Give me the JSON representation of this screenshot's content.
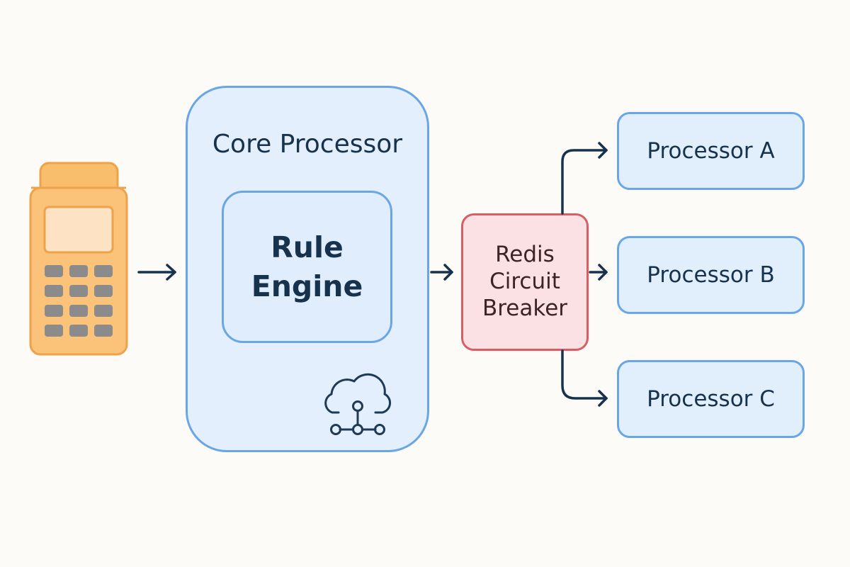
{
  "diagram": {
    "core_processor": {
      "label": "Core Processor"
    },
    "rule_engine": {
      "label": "Rule\nEngine"
    },
    "circuit_breaker": {
      "label": "Redis\nCircuit\nBreaker"
    },
    "processors": [
      {
        "label": "Processor A"
      },
      {
        "label": "Processor B"
      },
      {
        "label": "Processor C"
      }
    ],
    "icons": {
      "terminal": "payment-terminal-icon",
      "cloud": "cloud-network-icon"
    },
    "colors": {
      "background": "#fcfbf8",
      "blue_fill": "#e3effc",
      "blue_border": "#6aa6e6",
      "red_fill": "#fbe1e3",
      "red_border": "#d95d62",
      "terminal_fill": "#fbc37a",
      "terminal_border": "#f0a74a",
      "text": "#17324d",
      "arrow": "#17324d"
    }
  }
}
